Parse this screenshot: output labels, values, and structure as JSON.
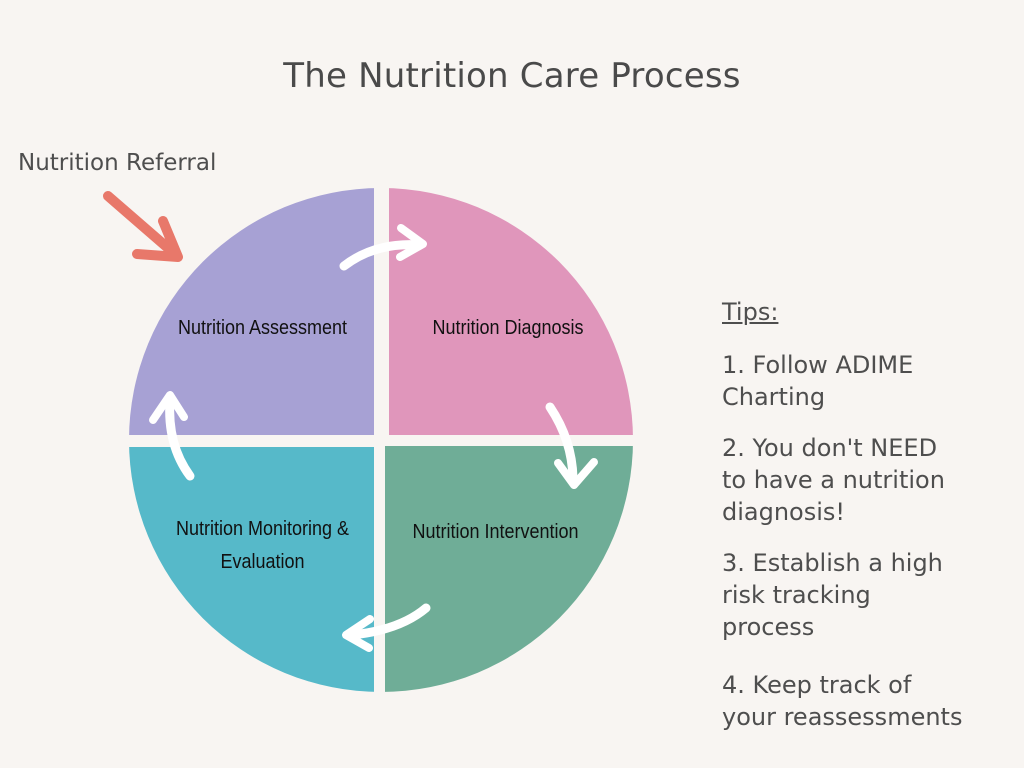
{
  "title": "The Nutrition Care Process",
  "referral": {
    "label": "Nutrition Referral",
    "arrow_color": "#e8786a"
  },
  "quadrants": [
    {
      "id": "assessment",
      "label": "Nutrition Assessment",
      "color": "#a7a1d4",
      "position": "top-left"
    },
    {
      "id": "diagnosis",
      "label": "Nutrition Diagnosis",
      "color": "#e096bb",
      "position": "top-right"
    },
    {
      "id": "intervention",
      "label": "Nutrition Intervention",
      "color": "#6fad97",
      "position": "bottom-right"
    },
    {
      "id": "monitoring",
      "label_line1": "Nutrition Monitoring &",
      "label_line2": "Evaluation",
      "color": "#56b9c9",
      "position": "bottom-left"
    }
  ],
  "cycle_arrows": [
    {
      "from": "assessment",
      "to": "diagnosis"
    },
    {
      "from": "diagnosis",
      "to": "intervention"
    },
    {
      "from": "intervention",
      "to": "monitoring"
    },
    {
      "from": "monitoring",
      "to": "assessment"
    }
  ],
  "tips": {
    "heading": "Tips:",
    "items": [
      {
        "line1": "1. Follow ADIME",
        "line2": "Charting"
      },
      {
        "line1": "2. You don't NEED",
        "line2": "to have a nutrition",
        "line3": "diagnosis!"
      },
      {
        "line1": "3. Establish a high",
        "line2": "risk tracking",
        "line3": "process"
      },
      {
        "line1": "4. Keep track of",
        "line2": "your reassessments"
      }
    ]
  }
}
